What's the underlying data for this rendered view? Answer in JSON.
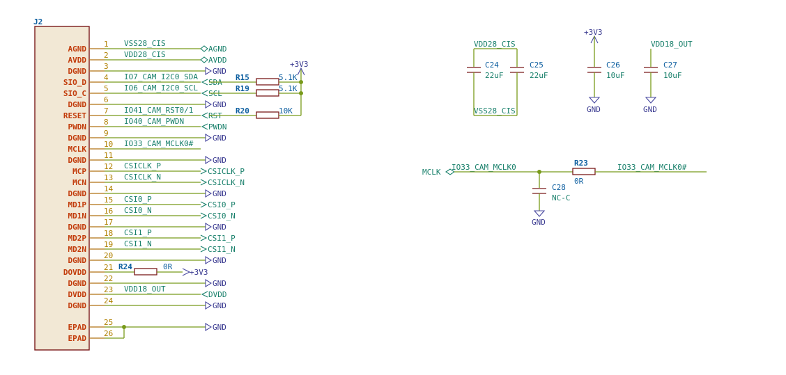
{
  "connector": {
    "ref": "J2",
    "pins": [
      {
        "num": "1",
        "name": "AGND",
        "net": "VSS28_CIS",
        "port": "AGND",
        "port_type": "bidir"
      },
      {
        "num": "2",
        "name": "AVDD",
        "net": "VDD28_CIS",
        "port": "AVDD",
        "port_type": "bidir"
      },
      {
        "num": "3",
        "name": "DGND",
        "net": "",
        "port": "GND",
        "port_type": "gnd"
      },
      {
        "num": "4",
        "name": "SIO_D",
        "net": "IO7_CAM_I2C0_SDA",
        "port": "SDA",
        "port_type": "in"
      },
      {
        "num": "5",
        "name": "SIO_C",
        "net": "IO6_CAM_I2C0_SCL",
        "port": "SCL",
        "port_type": "in"
      },
      {
        "num": "6",
        "name": "DGND",
        "net": "",
        "port": "GND",
        "port_type": "gnd"
      },
      {
        "num": "7",
        "name": "RESET",
        "net": "IO41_CAM_RST0/1",
        "port": "RST",
        "port_type": "in"
      },
      {
        "num": "8",
        "name": "PWDN",
        "net": "IO40_CAM_PWDN",
        "port": "PWDN",
        "port_type": "in"
      },
      {
        "num": "9",
        "name": "DGND",
        "net": "",
        "port": "GND",
        "port_type": "gnd"
      },
      {
        "num": "10",
        "name": "MCLK",
        "net": "IO33_CAM_MCLK0#",
        "port": "",
        "port_type": "none"
      },
      {
        "num": "11",
        "name": "DGND",
        "net": "",
        "port": "GND",
        "port_type": "gnd"
      },
      {
        "num": "12",
        "name": "MCP",
        "net": "CSICLK_P",
        "port": "CSICLK_P",
        "port_type": "out"
      },
      {
        "num": "13",
        "name": "MCN",
        "net": "CSICLK_N",
        "port": "CSICLK_N",
        "port_type": "out"
      },
      {
        "num": "14",
        "name": "DGND",
        "net": "",
        "port": "GND",
        "port_type": "gnd"
      },
      {
        "num": "15",
        "name": "MD1P",
        "net": "CSI0_P",
        "port": "CSI0_P",
        "port_type": "out"
      },
      {
        "num": "16",
        "name": "MD1N",
        "net": "CSI0_N",
        "port": "CSI0_N",
        "port_type": "out"
      },
      {
        "num": "17",
        "name": "DGND",
        "net": "",
        "port": "GND",
        "port_type": "gnd"
      },
      {
        "num": "18",
        "name": "MD2P",
        "net": "CSI1_P",
        "port": "CSI1_P",
        "port_type": "out"
      },
      {
        "num": "19",
        "name": "MD2N",
        "net": "CSI1_N",
        "port": "CSI1_N",
        "port_type": "out"
      },
      {
        "num": "20",
        "name": "DGND",
        "net": "",
        "port": "GND",
        "port_type": "gnd"
      },
      {
        "num": "21",
        "name": "DOVDD",
        "net": "",
        "port": "+3V3",
        "port_type": "pwr"
      },
      {
        "num": "22",
        "name": "DGND",
        "net": "",
        "port": "GND",
        "port_type": "gnd"
      },
      {
        "num": "23",
        "name": "DVDD",
        "net": "VDD18_OUT",
        "port": "DVDD",
        "port_type": "in"
      },
      {
        "num": "24",
        "name": "DGND",
        "net": "",
        "port": "GND",
        "port_type": "gnd"
      },
      {
        "num": "25",
        "name": "EPAD",
        "net": "",
        "port": "GND",
        "port_type": "gnd"
      },
      {
        "num": "26",
        "name": "EPAD",
        "net": "",
        "port": "",
        "port_type": "none"
      }
    ]
  },
  "resistors": {
    "r15": {
      "ref": "R15",
      "value": "5.1K"
    },
    "r19": {
      "ref": "R19",
      "value": "5.1K"
    },
    "r20": {
      "ref": "R20",
      "value": "10K"
    },
    "r24": {
      "ref": "R24",
      "value": "0R"
    },
    "r23": {
      "ref": "R23",
      "value": "0R"
    }
  },
  "power": {
    "p3v3_pullup": "+3V3",
    "p3v3_c26": "+3V3",
    "gnd": "GND"
  },
  "caps": {
    "c24": {
      "ref": "C24",
      "value": "22uF"
    },
    "c25": {
      "ref": "C25",
      "value": "22uF"
    },
    "c26": {
      "ref": "C26",
      "value": "10uF"
    },
    "c27": {
      "ref": "C27",
      "value": "10uF"
    },
    "c28": {
      "ref": "C28",
      "value": "NC-C"
    },
    "net_top_c24": "VDD28_CIS",
    "net_bot_c24": "VSS28_CIS",
    "net_top_c27": "VDD18_OUT"
  },
  "mclk": {
    "port": "MCLK",
    "net_left": "IO33_CAM_MCLK0",
    "net_right": "IO33_CAM_MCLK0#"
  }
}
